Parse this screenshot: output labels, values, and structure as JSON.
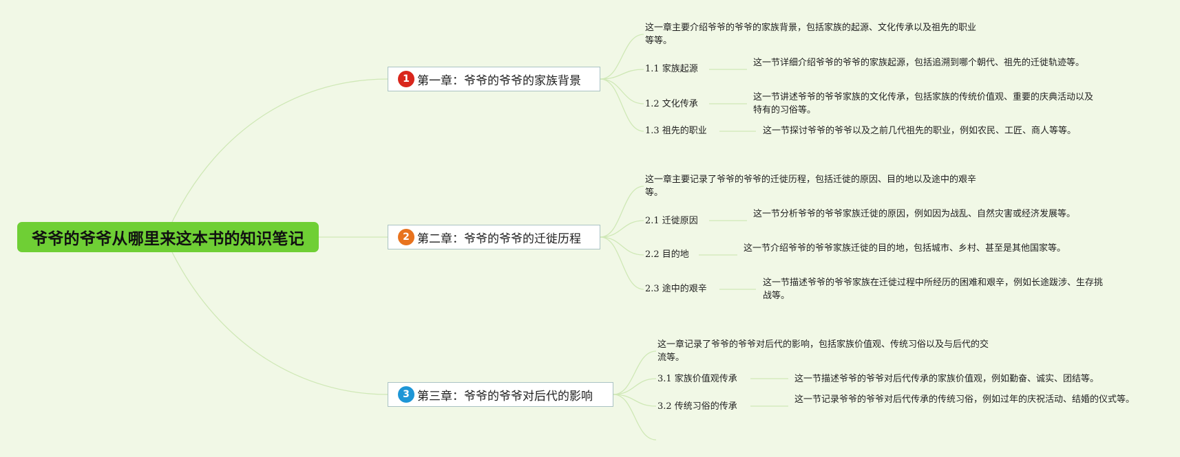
{
  "root": {
    "title": "爷爷的爷爷从哪里来这本书的知识笔记"
  },
  "chapters": [
    {
      "badge": "1",
      "badge_color": "#d9261c",
      "title": "第一章：爷爷的爷爷的家族背景",
      "intro": "这一章主要介绍爷爷的爷爷的家族背景，包括家族的起源、文化传承以及祖先的职业等等。",
      "sections": [
        {
          "label": "1.1 家族起源",
          "desc": "这一节详细介绍爷爷的爷爷的家族起源，包括追溯到哪个朝代、祖先的迁徙轨迹等。"
        },
        {
          "label": "1.2 文化传承",
          "desc": "这一节讲述爷爷的爷爷家族的文化传承，包括家族的传统价值观、重要的庆典活动以及特有的习俗等。"
        },
        {
          "label": "1.3 祖先的职业",
          "desc": "这一节探讨爷爷的爷爷以及之前几代祖先的职业，例如农民、工匠、商人等等。"
        }
      ]
    },
    {
      "badge": "2",
      "badge_color": "#e8731e",
      "title": "第二章：爷爷的爷爷的迁徙历程",
      "intro": "这一章主要记录了爷爷的爷爷的迁徙历程，包括迁徙的原因、目的地以及途中的艰辛等。",
      "sections": [
        {
          "label": "2.1 迁徙原因",
          "desc": "这一节分析爷爷的爷爷家族迁徙的原因，例如因为战乱、自然灾害或经济发展等。"
        },
        {
          "label": "2.2 目的地",
          "desc": "这一节介绍爷爷的爷爷家族迁徙的目的地，包括城市、乡村、甚至是其他国家等。"
        },
        {
          "label": "2.3 途中的艰辛",
          "desc": "这一节描述爷爷的爷爷家族在迁徙过程中所经历的困难和艰辛，例如长途跋涉、生存挑战等。"
        }
      ]
    },
    {
      "badge": "3",
      "badge_color": "#1e96d6",
      "title": "第三章：爷爷的爷爷对后代的影响",
      "intro": "这一章记录了爷爷的爷爷对后代的影响，包括家族价值观、传统习俗以及与后代的交流等。",
      "sections": [
        {
          "label": "3.1 家族价值观传承",
          "desc": "这一节描述爷爷的爷爷对后代传承的家族价值观，例如勤奋、诚实、团结等。"
        },
        {
          "label": "3.2 传统习俗的传承",
          "desc": "这一节记录爷爷的爷爷对后代传承的传统习俗，例如过年的庆祝活动、结婚的仪式等。"
        }
      ]
    }
  ],
  "colors": {
    "background": "#f1f8e6",
    "connector": "#cfe8b6",
    "root_fill": "#6fcf35"
  }
}
